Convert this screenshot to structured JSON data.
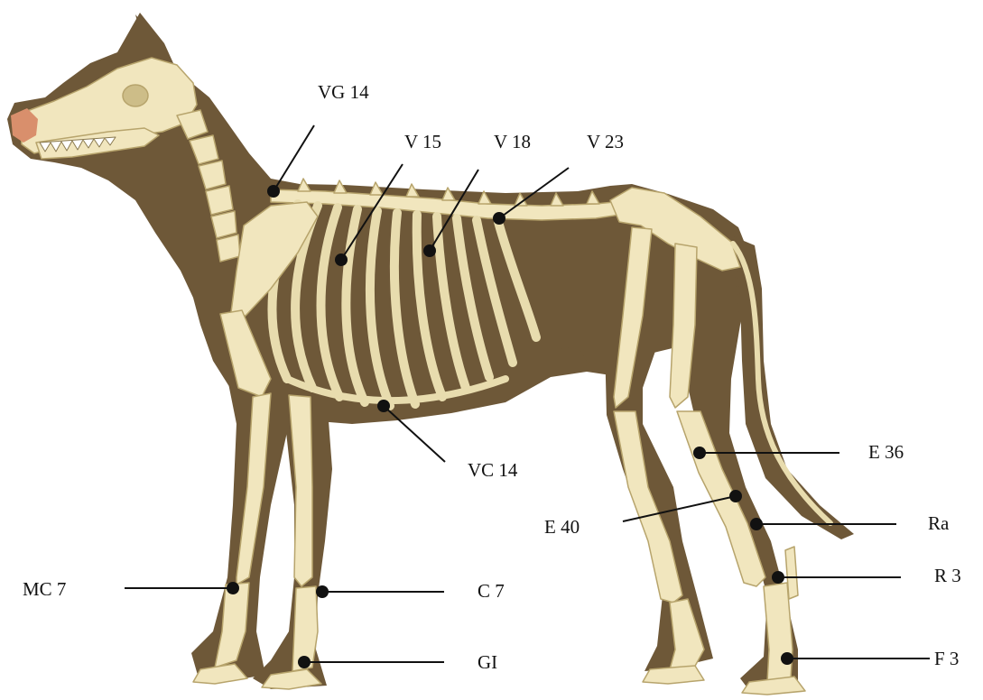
{
  "colors": {
    "body": "#6e5838",
    "bone": "#f1e6be",
    "bone_shade": "#cdbd88",
    "bone_outline": "#b7a46c",
    "nose": "#d98f6c",
    "ink": "#111111"
  },
  "acupoints": [
    {
      "id": "vg14",
      "label": "VG 14"
    },
    {
      "id": "v15",
      "label": "V 15"
    },
    {
      "id": "v18",
      "label": "V 18"
    },
    {
      "id": "v23",
      "label": "V 23"
    },
    {
      "id": "vc14",
      "label": "VC 14"
    },
    {
      "id": "e36",
      "label": "E 36"
    },
    {
      "id": "e40",
      "label": "E 40"
    },
    {
      "id": "ra",
      "label": "Ra"
    },
    {
      "id": "r3",
      "label": "R 3"
    },
    {
      "id": "mc7",
      "label": "MC 7"
    },
    {
      "id": "c7",
      "label": "C 7"
    },
    {
      "id": "gi",
      "label": "GI"
    },
    {
      "id": "f3",
      "label": "F 3"
    }
  ]
}
